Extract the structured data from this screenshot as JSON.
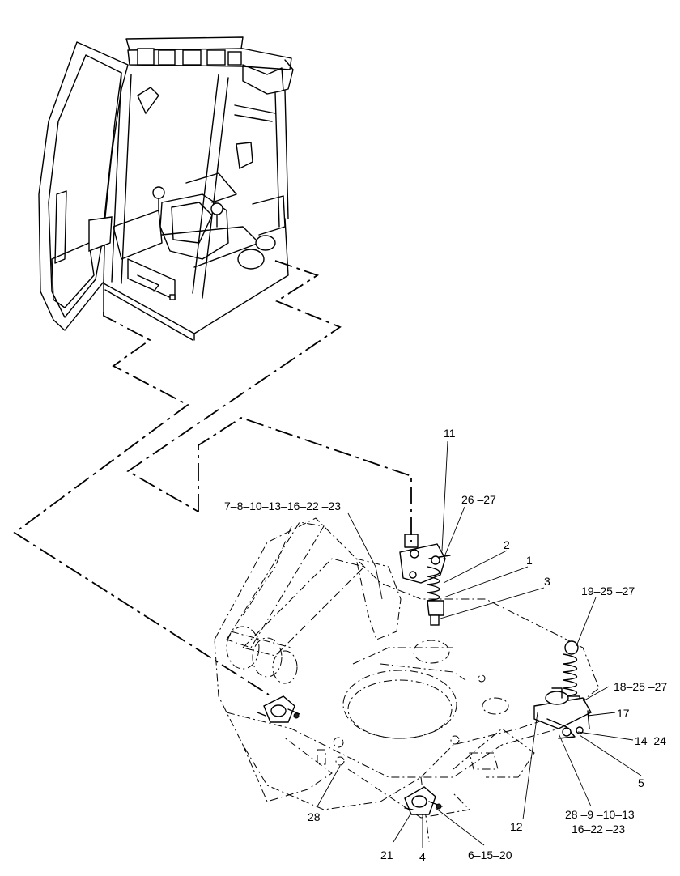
{
  "callouts": {
    "c11": "11",
    "c26_27": "26 –27",
    "c7_23": "7–8–10–13–16–22 –23",
    "c2": "2",
    "c1": "1",
    "c3": "3",
    "c19_25_27": "19–25 –27",
    "c18_25_27": "18–25 –27",
    "c17": "17",
    "c14_24": "14–24",
    "c5": "5",
    "c28_9_10_13": "28 –9 –10–13",
    "c16_22_23": "16–22 –23",
    "c12": "12",
    "c28": "28",
    "c21": "21",
    "c4": "4",
    "c6_15_20": "6–15–20"
  }
}
